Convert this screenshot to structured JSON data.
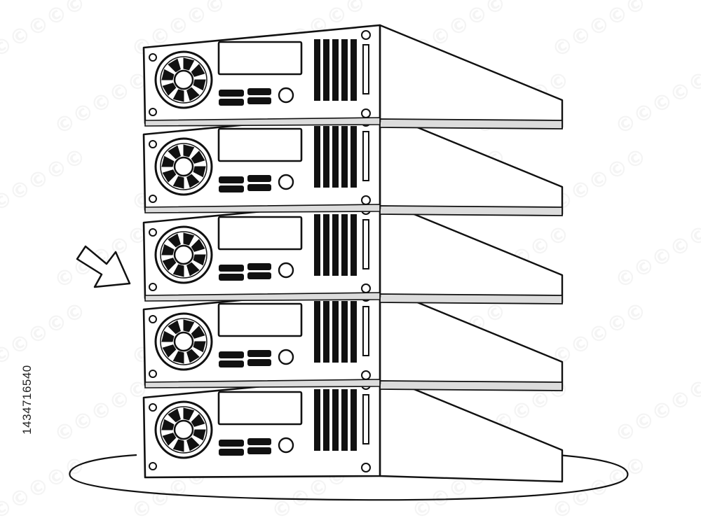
{
  "illustration": {
    "subject": "server-rack-stack",
    "unit_count": 5,
    "line_color": "#111111",
    "fill_color": "#ffffff",
    "side_shade_color": "#dcdcdc",
    "arrow_icon": "arrow-down-right-icon"
  },
  "stock": {
    "id": "1434716540"
  },
  "watermark": {
    "text": "©©©©©"
  }
}
